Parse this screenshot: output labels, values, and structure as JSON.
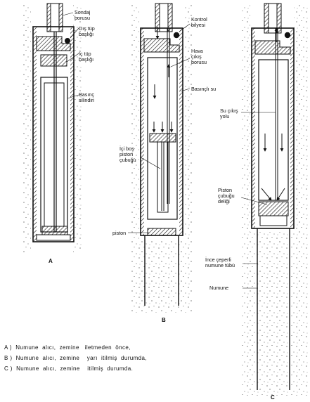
{
  "labels": {
    "a_sondaj": [
      "Sondaj",
      "borusu"
    ],
    "a_dis": [
      "Dış tüp",
      "başlığı"
    ],
    "a_ic": [
      "İç tüp",
      "başlığı"
    ],
    "a_basinc": [
      "Basınç",
      "silindiri"
    ],
    "b_kontrol": [
      "Kontrol",
      "bilyesi"
    ],
    "b_hava": [
      "Hava",
      "çıkış",
      "borusu"
    ],
    "b_basincli": [
      "Basınçlı su"
    ],
    "b_ici_bos": [
      "İçi boş",
      "piston",
      "çubuğu"
    ],
    "b_piston": [
      "piston"
    ],
    "c_su_cikis": [
      "Su çıkış",
      "yolu"
    ],
    "c_piston_cubugu": [
      "Piston",
      "çubuğu",
      "deliği"
    ],
    "c_ince": [
      "İnce çeperli",
      "numune tübü"
    ],
    "c_numune": [
      "Numune"
    ]
  },
  "panels": {
    "a": "A",
    "b": "B",
    "c": "C"
  },
  "captions": [
    "A )  Numune  alıcı,  zemine   iletmeden  önce,",
    "B )  Numune  alıcı,  zemine    yarı  itilmiş  durumda,",
    "C )  Numune  alıcı,  zemine    itilmiş  durumda."
  ]
}
